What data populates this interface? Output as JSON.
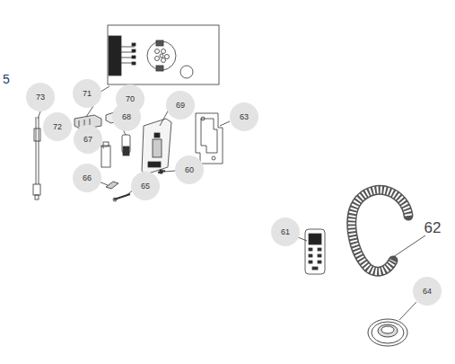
{
  "diagram": {
    "labels": [
      "5",
      "71",
      "70",
      "73",
      "69",
      "63",
      "72",
      "68",
      "67",
      "66",
      "60",
      "65",
      "62",
      "61",
      "64"
    ]
  }
}
